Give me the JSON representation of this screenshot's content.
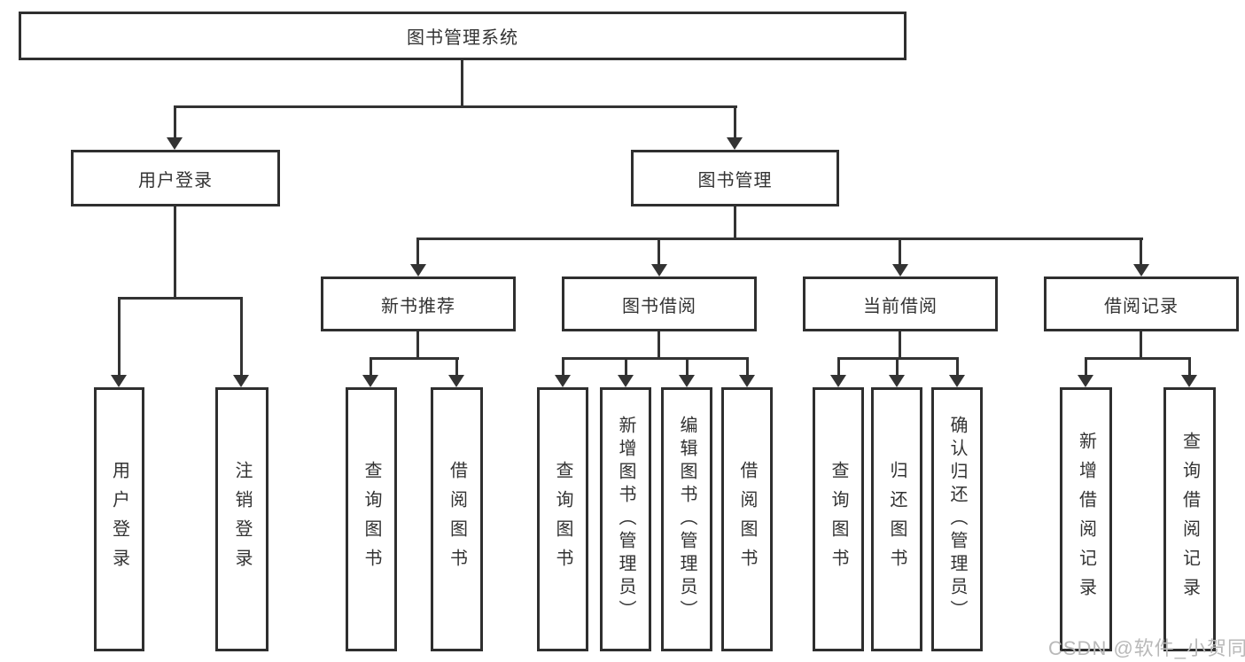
{
  "colors": {
    "line": "#333333",
    "border": "#2f2f2f",
    "text": "#333333",
    "watermark": "#b9b9b9",
    "background": "#ffffff"
  },
  "tree": {
    "root": {
      "label": "图书管理系统"
    },
    "level2": [
      {
        "label": "用户登录"
      },
      {
        "label": "图书管理"
      }
    ],
    "level3": [
      {
        "label": "新书推荐"
      },
      {
        "label": "图书借阅"
      },
      {
        "label": "当前借阅"
      },
      {
        "label": "借阅记录"
      }
    ],
    "leaves": {
      "user_login": [
        {
          "label": "用户登录"
        },
        {
          "label": "注销登录"
        }
      ],
      "new_books": [
        {
          "label": "查询图书"
        },
        {
          "label": "借阅图书"
        }
      ],
      "book_borrow": [
        {
          "label": "查询图书"
        },
        {
          "label": "新增图书（管理员）"
        },
        {
          "label": "编辑图书（管理员）"
        },
        {
          "label": "借阅图书"
        }
      ],
      "current_borrow": [
        {
          "label": "查询图书"
        },
        {
          "label": "归还图书"
        },
        {
          "label": "确认归还（管理员）"
        }
      ],
      "borrow_records": [
        {
          "label": "新增借阅记录"
        },
        {
          "label": "查询借阅记录"
        }
      ]
    }
  },
  "watermark": {
    "text": "CSDN @软件_小贺同学"
  }
}
